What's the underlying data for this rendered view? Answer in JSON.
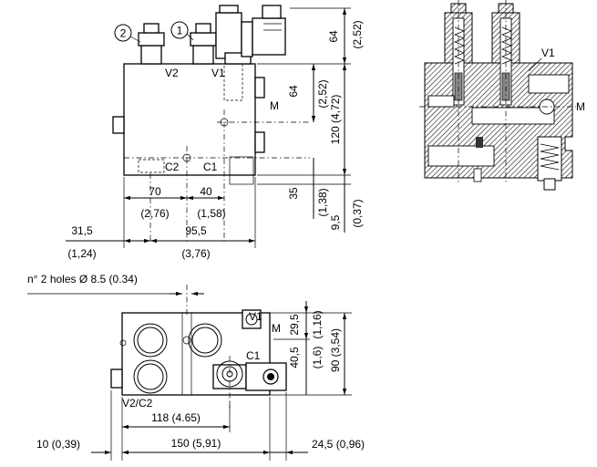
{
  "front_view": {
    "callout_2": "2",
    "callout_1": "1",
    "port_v2": "V2",
    "port_v1": "V1",
    "port_m": "M",
    "port_c2": "C2",
    "port_c1": "C1",
    "dim_top_height": "64",
    "dim_top_height_in": "(2,52)",
    "dim_mid": "64",
    "dim_mid_in": "(2,52)",
    "dim_body": "120 (4,72)",
    "dim_70": "70",
    "dim_70_in": "(2,76)",
    "dim_40": "40",
    "dim_40_in": "(1,58)",
    "dim_35": "35",
    "dim_35_in": "(1,38)",
    "dim_9_5": "9,5",
    "dim_9_5_in": "(0,37)",
    "dim_31_5": "31,5",
    "dim_31_5_in": "(1,24)",
    "dim_95_5": "95,5",
    "dim_95_5_in": "(3,76)"
  },
  "section_view": {
    "port_v1": "V1",
    "port_m": "M"
  },
  "top_view": {
    "holes_note": "n° 2 holes Ø 8.5 (0.34)",
    "port_v1": "V1",
    "port_m": "M",
    "port_c1": "C1",
    "port_v2c2": "V2/C2",
    "dim_29_5": "29,5",
    "dim_29_5_in": "(1,16)",
    "dim_40_5": "40,5",
    "dim_40_5_in": "(1,6)",
    "dim_90": "90 (3,54)",
    "dim_118": "118 (4.65)",
    "dim_150": "150 (5,91)",
    "dim_10": "10 (0,39)",
    "dim_24_5": "24,5 (0,96)"
  }
}
